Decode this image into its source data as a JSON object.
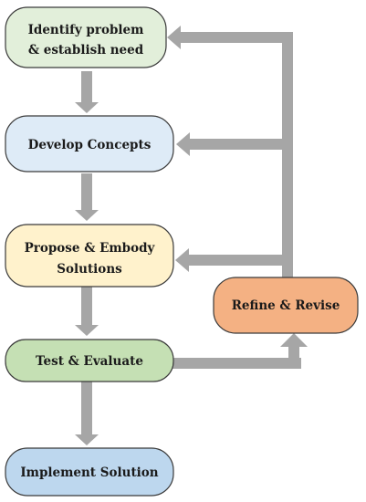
{
  "colors": {
    "arrow": "#a6a6a6",
    "identify_fill": "#e2efda",
    "develop_fill": "#deebf7",
    "propose_fill": "#fff2cc",
    "test_fill": "#c5e0b4",
    "refine_fill": "#f4b183",
    "implement_fill": "#bdd7ee"
  },
  "nodes": {
    "identify": {
      "line1": "Identify problem",
      "line2": "& establish need"
    },
    "develop": {
      "label": "Develop Concepts"
    },
    "propose": {
      "line1": "Propose & Embody",
      "line2": "Solutions"
    },
    "test": {
      "label": "Test & Evaluate"
    },
    "refine": {
      "label": "Refine & Revise"
    },
    "implement": {
      "label": "Implement Solution"
    }
  }
}
